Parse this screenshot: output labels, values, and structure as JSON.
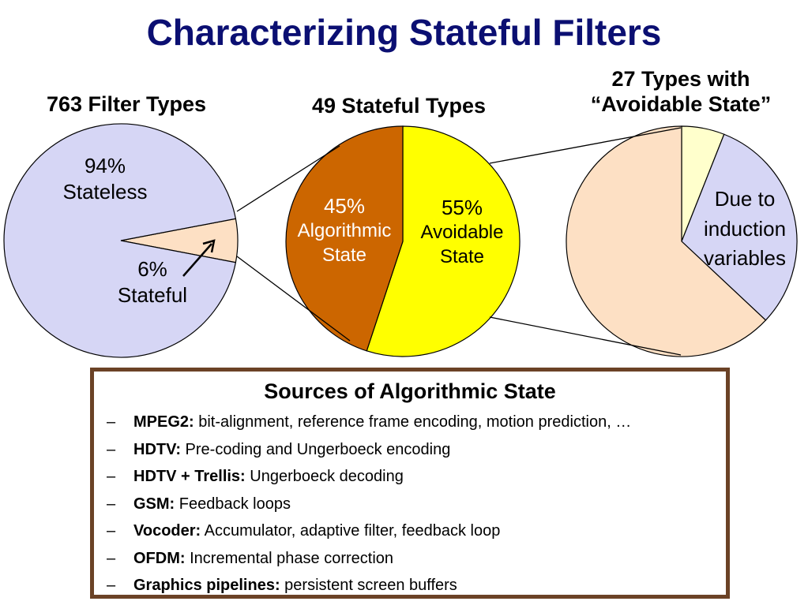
{
  "title": "Characterizing Stateful Filters",
  "colors": {
    "title": "#0b0f72",
    "stateless": "#d6d6f5",
    "stateful_peach": "#fde0c4",
    "algorithmic": "#cc6600",
    "avoidable": "#ffff00",
    "other_yellow": "#ffffcc",
    "panel_border": "#6b4226"
  },
  "chart_data": [
    {
      "type": "pie",
      "title": "763 Filter Types",
      "slices": [
        {
          "label": "Stateless",
          "value": 94,
          "color": "#d6d6f5"
        },
        {
          "label": "Stateful",
          "value": 6,
          "color": "#fde0c4"
        }
      ],
      "labels": {
        "stateless": [
          "94%",
          "Stateless"
        ],
        "stateful": [
          "6%",
          "Stateful"
        ]
      }
    },
    {
      "type": "pie",
      "title": "49 Stateful Types",
      "slices": [
        {
          "label": "Algorithmic State",
          "value": 45,
          "color": "#cc6600"
        },
        {
          "label": "Avoidable State",
          "value": 55,
          "color": "#ffff00"
        }
      ],
      "labels": {
        "algorithmic": [
          "45%",
          "Algorithmic",
          "State"
        ],
        "avoidable": [
          "55%",
          "Avoidable",
          "State"
        ]
      }
    },
    {
      "type": "pie",
      "title": [
        "27 Types with",
        "“Avoidable State”"
      ],
      "slices": [
        {
          "label": "",
          "value": 6,
          "color": "#ffffcc"
        },
        {
          "label": "Due to induction variables",
          "value": 31,
          "color": "#d6d6f5"
        },
        {
          "label": "",
          "value": 63,
          "color": "#fde0c4"
        }
      ],
      "labels": {
        "induction": [
          "Due to",
          "induction",
          "variables"
        ]
      }
    }
  ],
  "panel": {
    "heading": "Sources of Algorithmic State",
    "items": [
      {
        "dash": "–",
        "key": "MPEG2:",
        "text": " bit-alignment, reference frame encoding, motion prediction, …"
      },
      {
        "dash": "–",
        "key": "HDTV:",
        "text": "  Pre-coding and Ungerboeck encoding"
      },
      {
        "dash": "–",
        "key": "HDTV + Trellis:",
        "text": "  Ungerboeck decoding"
      },
      {
        "dash": "–",
        "key": "GSM:",
        "text": "  Feedback loops"
      },
      {
        "dash": "–",
        "key": "Vocoder:",
        "text": "  Accumulator, adaptive filter, feedback loop"
      },
      {
        "dash": "–",
        "key": "OFDM:",
        "text": "  Incremental phase correction"
      },
      {
        "dash": "–",
        "key": "Graphics pipelines:",
        "text": "  persistent screen buffers"
      }
    ]
  }
}
